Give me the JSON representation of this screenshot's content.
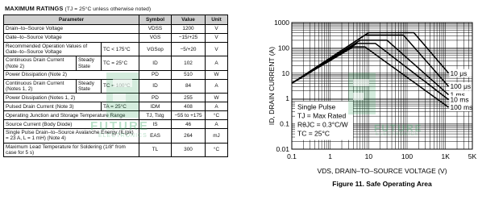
{
  "table": {
    "title": "MAXIMUM RATINGS",
    "title_condition": "(TJ = 25°C unless otherwise noted)",
    "headers": [
      "Parameter",
      "Symbol",
      "Value",
      "Unit"
    ],
    "rows": [
      {
        "param": "Drain–to–Source Voltage",
        "symbol": "VDSS",
        "value": "1200",
        "unit": "V"
      },
      {
        "param": "Gate–to–Source Voltage",
        "symbol": "VGS",
        "value": "−15/+25",
        "unit": "V"
      },
      {
        "param": "Recommended Operation Values of Gate–to–Source Voltage",
        "cond": "TC < 175°C",
        "symbol": "VGSop",
        "value": "−5/+20",
        "unit": "V"
      },
      {
        "param": "Continuous Drain Current (Note 2)",
        "state": "Steady State",
        "cond": "TC = 25°C",
        "symbol": "ID",
        "value": "102",
        "unit": "A"
      },
      {
        "param": "Power Dissipation (Note 2)",
        "symbol": "PD",
        "value": "510",
        "unit": "W"
      },
      {
        "param": "Continuous Drain Current (Notes 1, 2)",
        "state": "Steady State",
        "cond": "TC = 100°C",
        "symbol": "ID",
        "value": "84",
        "unit": "A"
      },
      {
        "param": "Power Dissipation (Notes 1, 2)",
        "symbol": "PD",
        "value": "255",
        "unit": "W"
      },
      {
        "param": "Pulsed Drain Current (Note 3)",
        "cond": "TA = 25°C",
        "symbol": "IDM",
        "value": "408",
        "unit": "A"
      },
      {
        "param": "Operating Junction and Storage Temperature Range",
        "symbol": "TJ, Tstg",
        "value": "−55 to +175",
        "unit": "°C"
      },
      {
        "param": "Source Current (Body Diode)",
        "symbol": "IS",
        "value": "46",
        "unit": "A"
      },
      {
        "param": "Single Pulse Drain–to–Source Avalanche Energy (IL(pk) = 23 A, L = 1 mH) (Note 4)",
        "symbol": "EAS",
        "value": "264",
        "unit": "mJ"
      },
      {
        "param": "Maximum Lead Temperature for Soldering (1/8″ from case for 5 s)",
        "symbol": "TL",
        "value": "300",
        "unit": "°C"
      }
    ]
  },
  "watermark": {
    "text": "FUTURE",
    "subtext": "ELECTRONICS",
    "color": "#3aa865"
  },
  "chart_data": {
    "type": "line",
    "title": "Figure 11. Safe Operating Area",
    "xlabel": "VDS, DRAIN–TO–SOURCE VOLTAGE (V)",
    "ylabel": "ID, DRAIN CURRENT (A)",
    "xscale": "log",
    "yscale": "log",
    "xlim": [
      0.1,
      5000
    ],
    "ylim": [
      0.01,
      1000
    ],
    "x_ticks": [
      "0.1",
      "1",
      "10",
      "100",
      "1K",
      "5K"
    ],
    "y_ticks": [
      "0.01",
      "0.1",
      "1",
      "10",
      "100",
      "1000"
    ],
    "grid": true,
    "annotations": [
      "Single Pulse",
      "TJ = Max Rated",
      "RθJC = 0.3°C/W",
      "TC = 25°C"
    ],
    "series": [
      {
        "name": "10 μs",
        "points": [
          [
            0.1,
            4
          ],
          [
            10,
            400
          ],
          [
            150,
            400
          ],
          [
            1200,
            10
          ]
        ]
      },
      {
        "name": "100 μs",
        "points": [
          [
            0.1,
            4
          ],
          [
            8,
            320
          ],
          [
            80,
            320
          ],
          [
            1200,
            3
          ]
        ]
      },
      {
        "name": "1 ms",
        "points": [
          [
            0.1,
            4
          ],
          [
            6,
            200
          ],
          [
            30,
            200
          ],
          [
            1200,
            1.4
          ]
        ]
      },
      {
        "name": "10 ms",
        "points": [
          [
            0.1,
            4
          ],
          [
            5,
            150
          ],
          [
            15,
            150
          ],
          [
            1200,
            0.9
          ]
        ]
      },
      {
        "name": "100 ms",
        "points": [
          [
            0.1,
            4
          ],
          [
            4,
            110
          ],
          [
            8,
            110
          ],
          [
            1200,
            0.45
          ]
        ]
      }
    ]
  }
}
